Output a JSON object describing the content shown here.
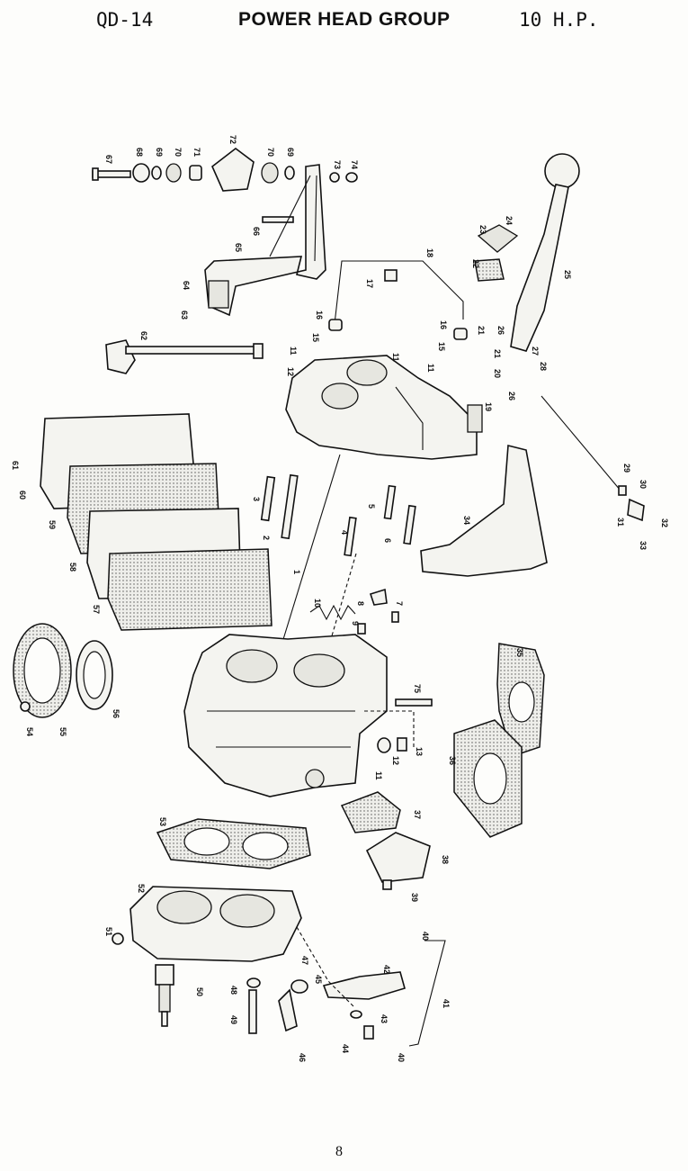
{
  "header": {
    "code": "QD-14",
    "title": "POWER HEAD GROUP",
    "rating": "10 H.P."
  },
  "footer": {
    "page_number": "8"
  },
  "callouts": [
    {
      "id": "c67",
      "n": "67"
    },
    {
      "id": "c68",
      "n": "68"
    },
    {
      "id": "c69a",
      "n": "69"
    },
    {
      "id": "c70a",
      "n": "70"
    },
    {
      "id": "c71",
      "n": "71"
    },
    {
      "id": "c72",
      "n": "72"
    },
    {
      "id": "c70b",
      "n": "70"
    },
    {
      "id": "c69b",
      "n": "69"
    },
    {
      "id": "c73",
      "n": "73"
    },
    {
      "id": "c74",
      "n": "74"
    },
    {
      "id": "c66",
      "n": "66"
    },
    {
      "id": "c65",
      "n": "65"
    },
    {
      "id": "c64",
      "n": "64"
    },
    {
      "id": "c63",
      "n": "63"
    },
    {
      "id": "c62",
      "n": "62"
    },
    {
      "id": "c18",
      "n": "18"
    },
    {
      "id": "c17",
      "n": "17"
    },
    {
      "id": "c16a",
      "n": "16"
    },
    {
      "id": "c15a",
      "n": "15"
    },
    {
      "id": "c16b",
      "n": "16"
    },
    {
      "id": "c15b",
      "n": "15"
    },
    {
      "id": "c21a",
      "n": "21"
    },
    {
      "id": "c26a",
      "n": "26"
    },
    {
      "id": "c23",
      "n": "23"
    },
    {
      "id": "c24",
      "n": "24"
    },
    {
      "id": "c22",
      "n": "22"
    },
    {
      "id": "c25",
      "n": "25"
    },
    {
      "id": "c27",
      "n": "27"
    },
    {
      "id": "c28",
      "n": "28"
    },
    {
      "id": "c26b",
      "n": "26"
    },
    {
      "id": "c11a",
      "n": "11"
    },
    {
      "id": "c12a",
      "n": "12"
    },
    {
      "id": "c11b",
      "n": "11"
    },
    {
      "id": "c11c",
      "n": "11"
    },
    {
      "id": "c21b",
      "n": "21"
    },
    {
      "id": "c20",
      "n": "20"
    },
    {
      "id": "c19",
      "n": "19"
    },
    {
      "id": "c29",
      "n": "29"
    },
    {
      "id": "c30",
      "n": "30"
    },
    {
      "id": "c31",
      "n": "31"
    },
    {
      "id": "c32",
      "n": "32"
    },
    {
      "id": "c33",
      "n": "33"
    },
    {
      "id": "c34",
      "n": "34"
    },
    {
      "id": "c61",
      "n": "61"
    },
    {
      "id": "c60",
      "n": "60"
    },
    {
      "id": "c59",
      "n": "59"
    },
    {
      "id": "c58",
      "n": "58"
    },
    {
      "id": "c57",
      "n": "57"
    },
    {
      "id": "c3",
      "n": "3"
    },
    {
      "id": "c2",
      "n": "2"
    },
    {
      "id": "c1",
      "n": "1"
    },
    {
      "id": "c4",
      "n": "4"
    },
    {
      "id": "c5",
      "n": "5"
    },
    {
      "id": "c6",
      "n": "6"
    },
    {
      "id": "c10",
      "n": "10"
    },
    {
      "id": "c8",
      "n": "8"
    },
    {
      "id": "c7",
      "n": "7"
    },
    {
      "id": "c9",
      "n": "9"
    },
    {
      "id": "c35",
      "n": "35"
    },
    {
      "id": "c75",
      "n": "75"
    },
    {
      "id": "c11d",
      "n": "11"
    },
    {
      "id": "c12b",
      "n": "12"
    },
    {
      "id": "c13",
      "n": "13"
    },
    {
      "id": "c36",
      "n": "36"
    },
    {
      "id": "c54",
      "n": "54"
    },
    {
      "id": "c55",
      "n": "55"
    },
    {
      "id": "c56",
      "n": "56"
    },
    {
      "id": "c37",
      "n": "37"
    },
    {
      "id": "c38",
      "n": "38"
    },
    {
      "id": "c53",
      "n": "53"
    },
    {
      "id": "c39",
      "n": "39"
    },
    {
      "id": "c52",
      "n": "52"
    },
    {
      "id": "c51",
      "n": "51"
    },
    {
      "id": "c40a",
      "n": "40"
    },
    {
      "id": "c47",
      "n": "47"
    },
    {
      "id": "c42",
      "n": "42"
    },
    {
      "id": "c50",
      "n": "50"
    },
    {
      "id": "c48",
      "n": "48"
    },
    {
      "id": "c45",
      "n": "45"
    },
    {
      "id": "c41",
      "n": "41"
    },
    {
      "id": "c43",
      "n": "43"
    },
    {
      "id": "c49",
      "n": "49"
    },
    {
      "id": "c46",
      "n": "46"
    },
    {
      "id": "c44",
      "n": "44"
    },
    {
      "id": "c40b",
      "n": "40"
    }
  ]
}
